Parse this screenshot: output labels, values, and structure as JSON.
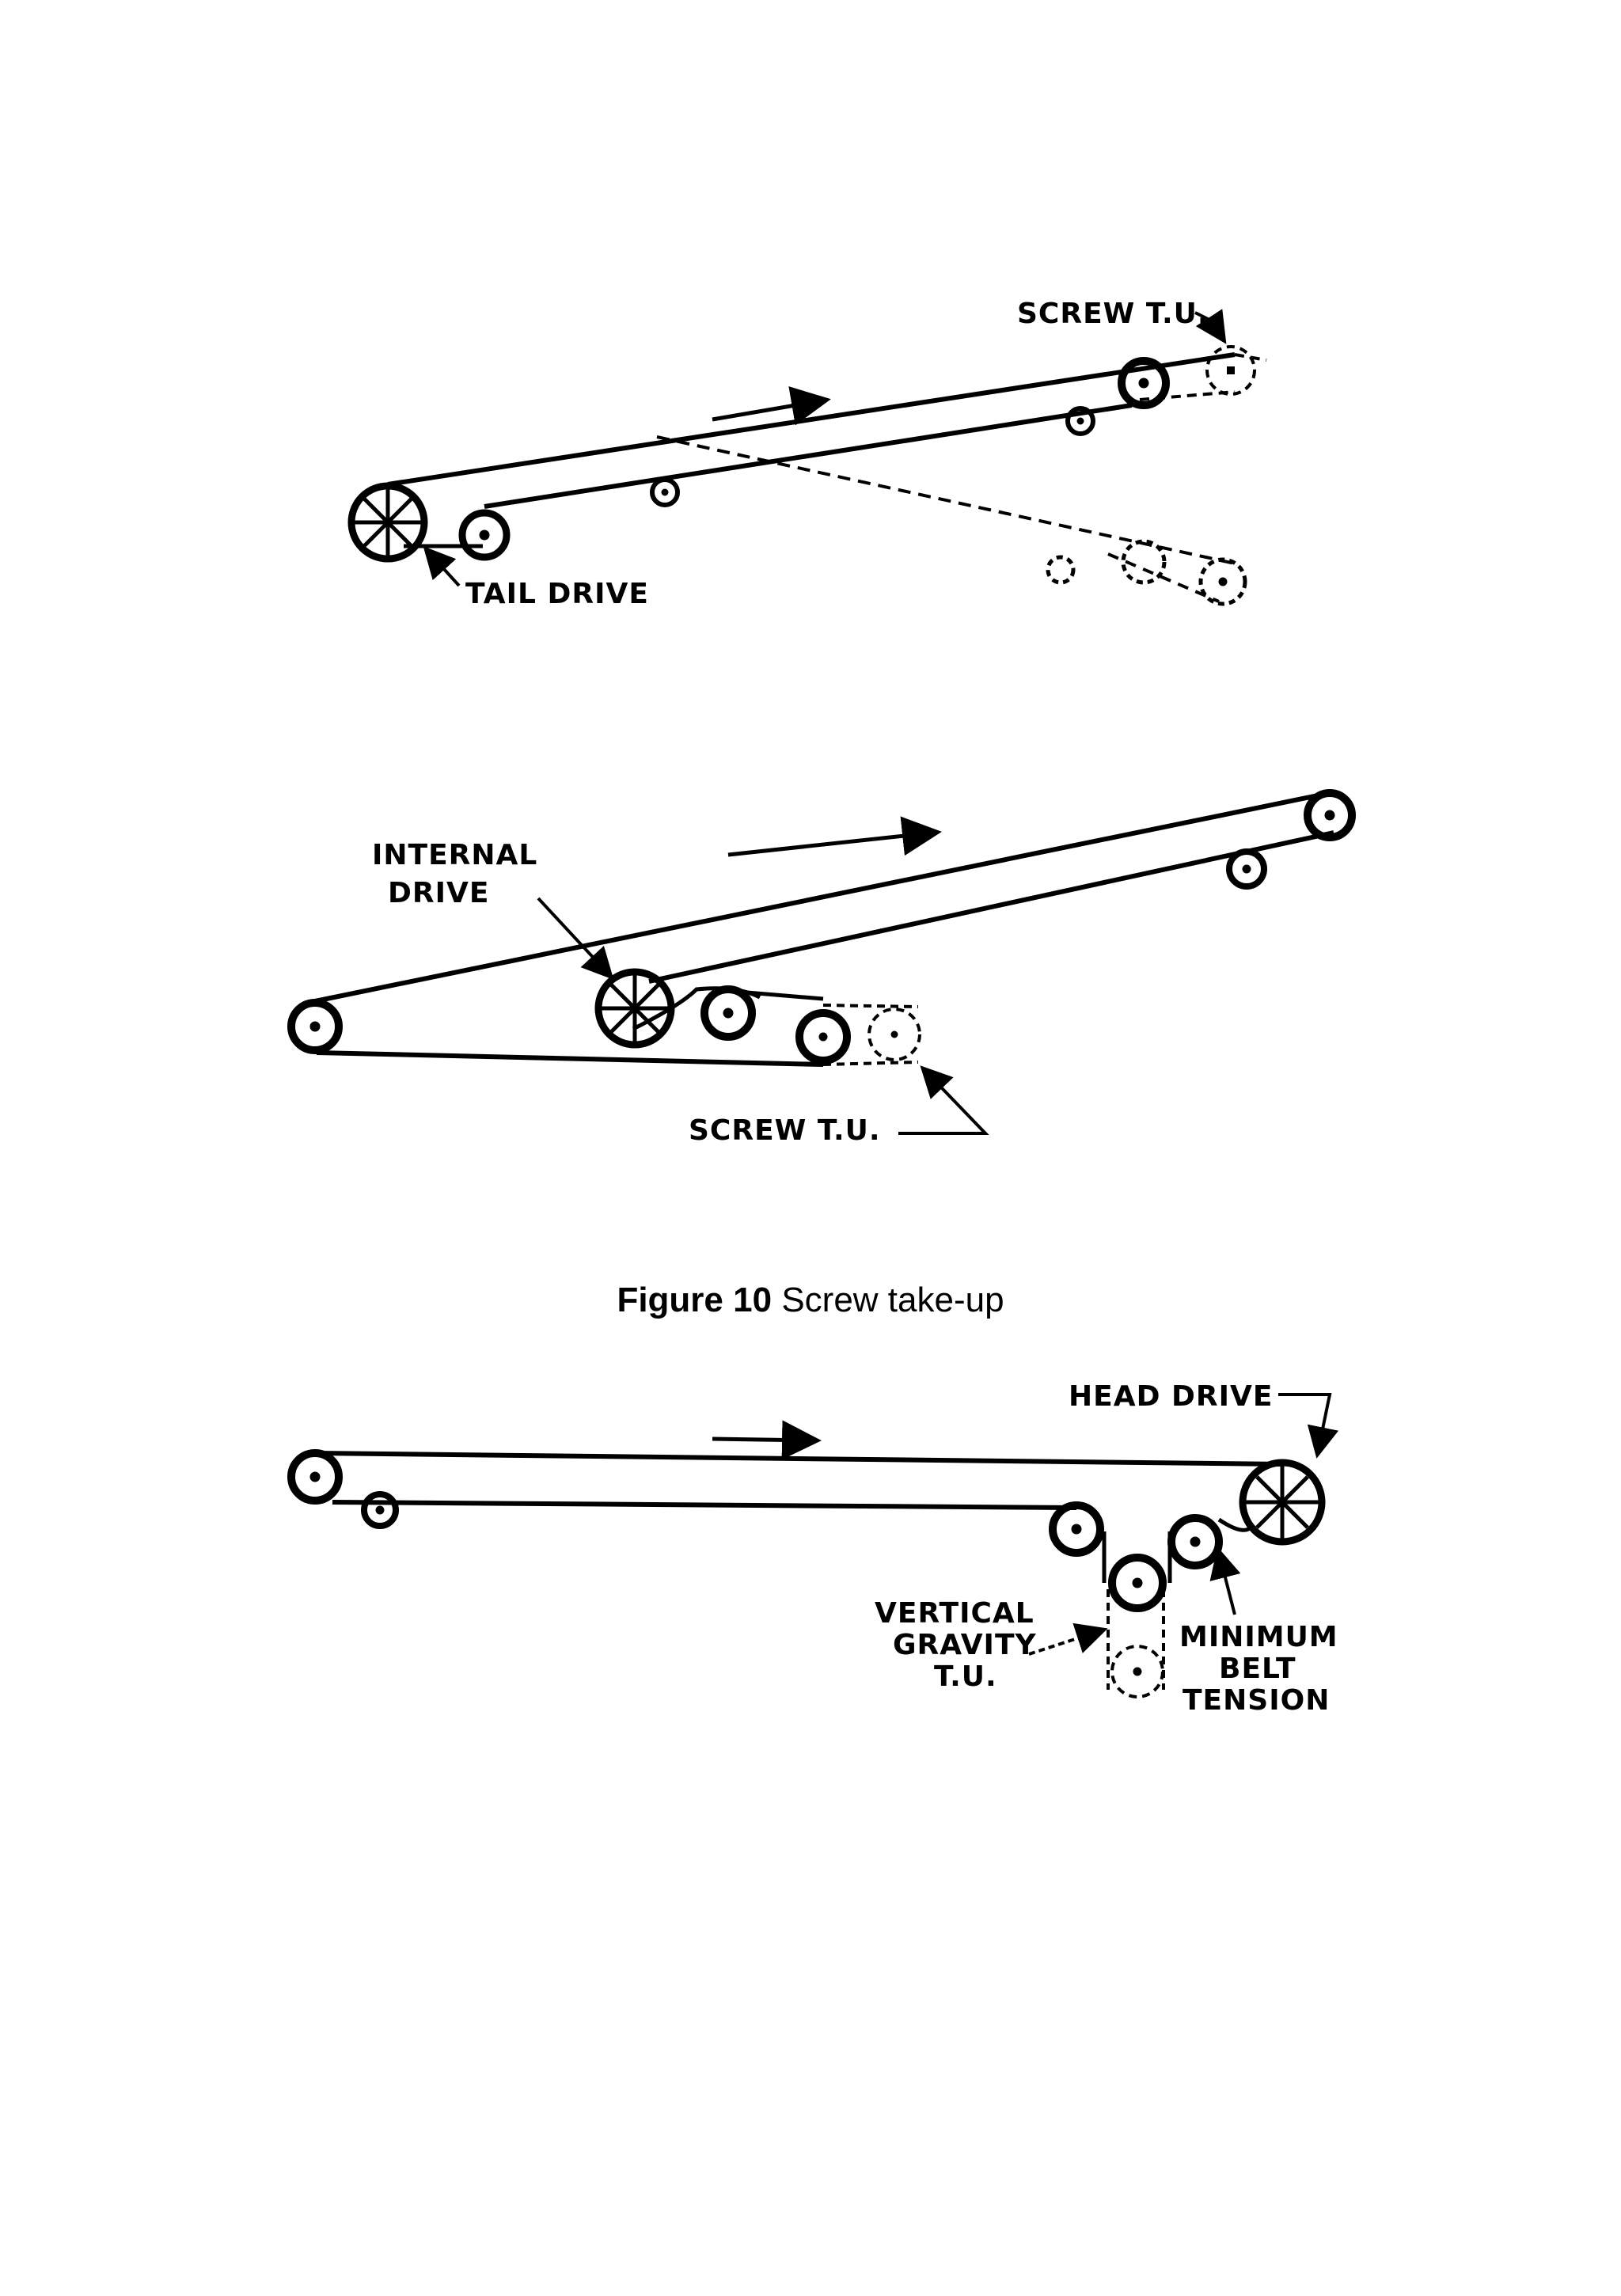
{
  "diagrams": {
    "top": {
      "label_screw_tu": "SCREW T.U.",
      "label_tail_drive": "TAIL DRIVE"
    },
    "middle": {
      "label_internal_drive_line1": "INTERNAL",
      "label_internal_drive_line2": "DRIVE",
      "label_screw_tu": "SCREW T.U."
    },
    "bottom": {
      "label_head_drive": "HEAD DRIVE",
      "label_vertical_line1": "VERTICAL",
      "label_vertical_line2": "GRAVITY",
      "label_vertical_line3": "T.U.",
      "label_minimum_line1": "MINIMUM",
      "label_minimum_line2": "BELT",
      "label_minimum_line3": "TENSION"
    }
  },
  "caption": {
    "figure_label": "Figure 10",
    "title": "Screw take-up"
  }
}
